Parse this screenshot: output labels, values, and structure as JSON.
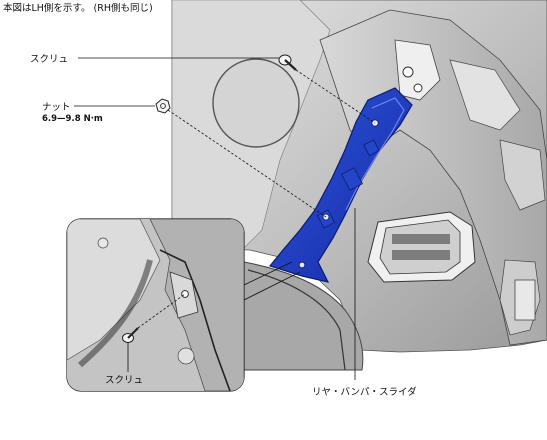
{
  "note": "本図はLH側を示す。 (RH側も同じ)",
  "labels": {
    "screw": "スクリュ",
    "nut": "ナット",
    "torque": "6.9—9.8 N·m",
    "inset_screw": "スクリュ",
    "part": "リヤ・バンパ・スライダ"
  },
  "colors": {
    "part_blue": "#1f3fc8",
    "body_gray": "#c9c9c9",
    "line": "#111111"
  }
}
